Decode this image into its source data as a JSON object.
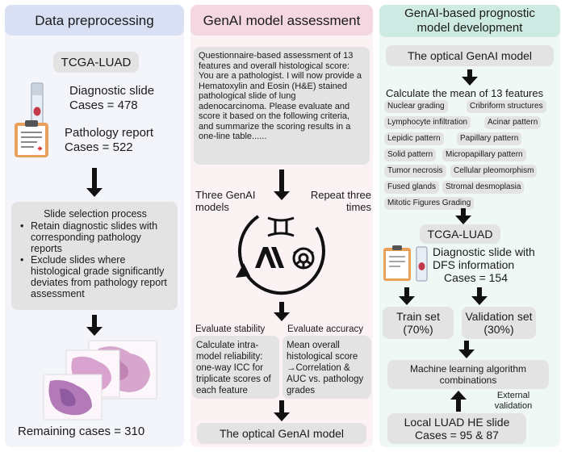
{
  "col1": {
    "header": "Data preprocessing",
    "tcga": "TCGA-LUAD",
    "slide_label": "Diagnostic slide",
    "slide_cases": "Cases = 478",
    "report_label": "Pathology report",
    "report_cases": "Cases = 522",
    "selection_title": "Slide selection process",
    "selection_items": [
      "Retain diagnostic slides with corresponding pathology reports",
      "Exclude slides where histological grade significantly deviates from pathology report assessment"
    ],
    "remaining": "Remaining cases = 310"
  },
  "col2": {
    "header": "GenAI model assessment",
    "prompt_intro": "Questionnaire-based assessment of 13 features and overall histological score:",
    "prompt_body": "You are a pathologist. I will now provide a Hematoxylin and Eosin (H&E) stained pathological slide of lung adenocarcinoma. Please evaluate and score it based on the following criteria, and summarize the scoring results in a one-line table......",
    "three_models": "Three GenAI models",
    "repeat": "Repeat three times",
    "stability_label": "Evaluate stability",
    "accuracy_label": "Evaluate accuracy",
    "stability_text": "Calculate intra-model reliability: one-way ICC for triplicate scores of each feature",
    "accuracy_text": "Mean overall histological score →Correlation & AUC vs. pathology grades",
    "optical": "The optical GenAI model"
  },
  "col3": {
    "header": "GenAI-based prognostic model development",
    "optical": "The optical GenAI model",
    "mean_title": "Calculate the mean of 13 features",
    "features": [
      "Nuclear grading",
      "Cribriform structures",
      "Lymphocyte infiltration",
      "Acinar pattern",
      "Lepidic pattern",
      "Papillary pattern",
      "Solid pattern",
      "Micropapillary pattern",
      "Tumor necrosis",
      "Cellular pleomorphism",
      "Fused glands",
      "Stromal desmoplasia",
      "Mitotic Figures Grading"
    ],
    "tcga": "TCGA-LUAD",
    "dfs_line1": "Diagnostic slide with",
    "dfs_line2": "DFS information",
    "dfs_cases": "Cases = 154",
    "train": "Train set (70%)",
    "validation": "Validation set (30%)",
    "ml": "Machine learning  algorithm combinations",
    "external": "External validation",
    "local_line1": "Local LUAD HE slide",
    "local_line2": "Cases = 95 & 87"
  },
  "colors": {
    "col1_bg": "#f3f5fb",
    "col1_head": "#d9e0f4",
    "col2_bg": "#fbf2f4",
    "col2_head": "#f4d7e0",
    "col3_bg": "#f0f8f6",
    "col3_head": "#cdeae3",
    "box": "#e3e3e3"
  }
}
